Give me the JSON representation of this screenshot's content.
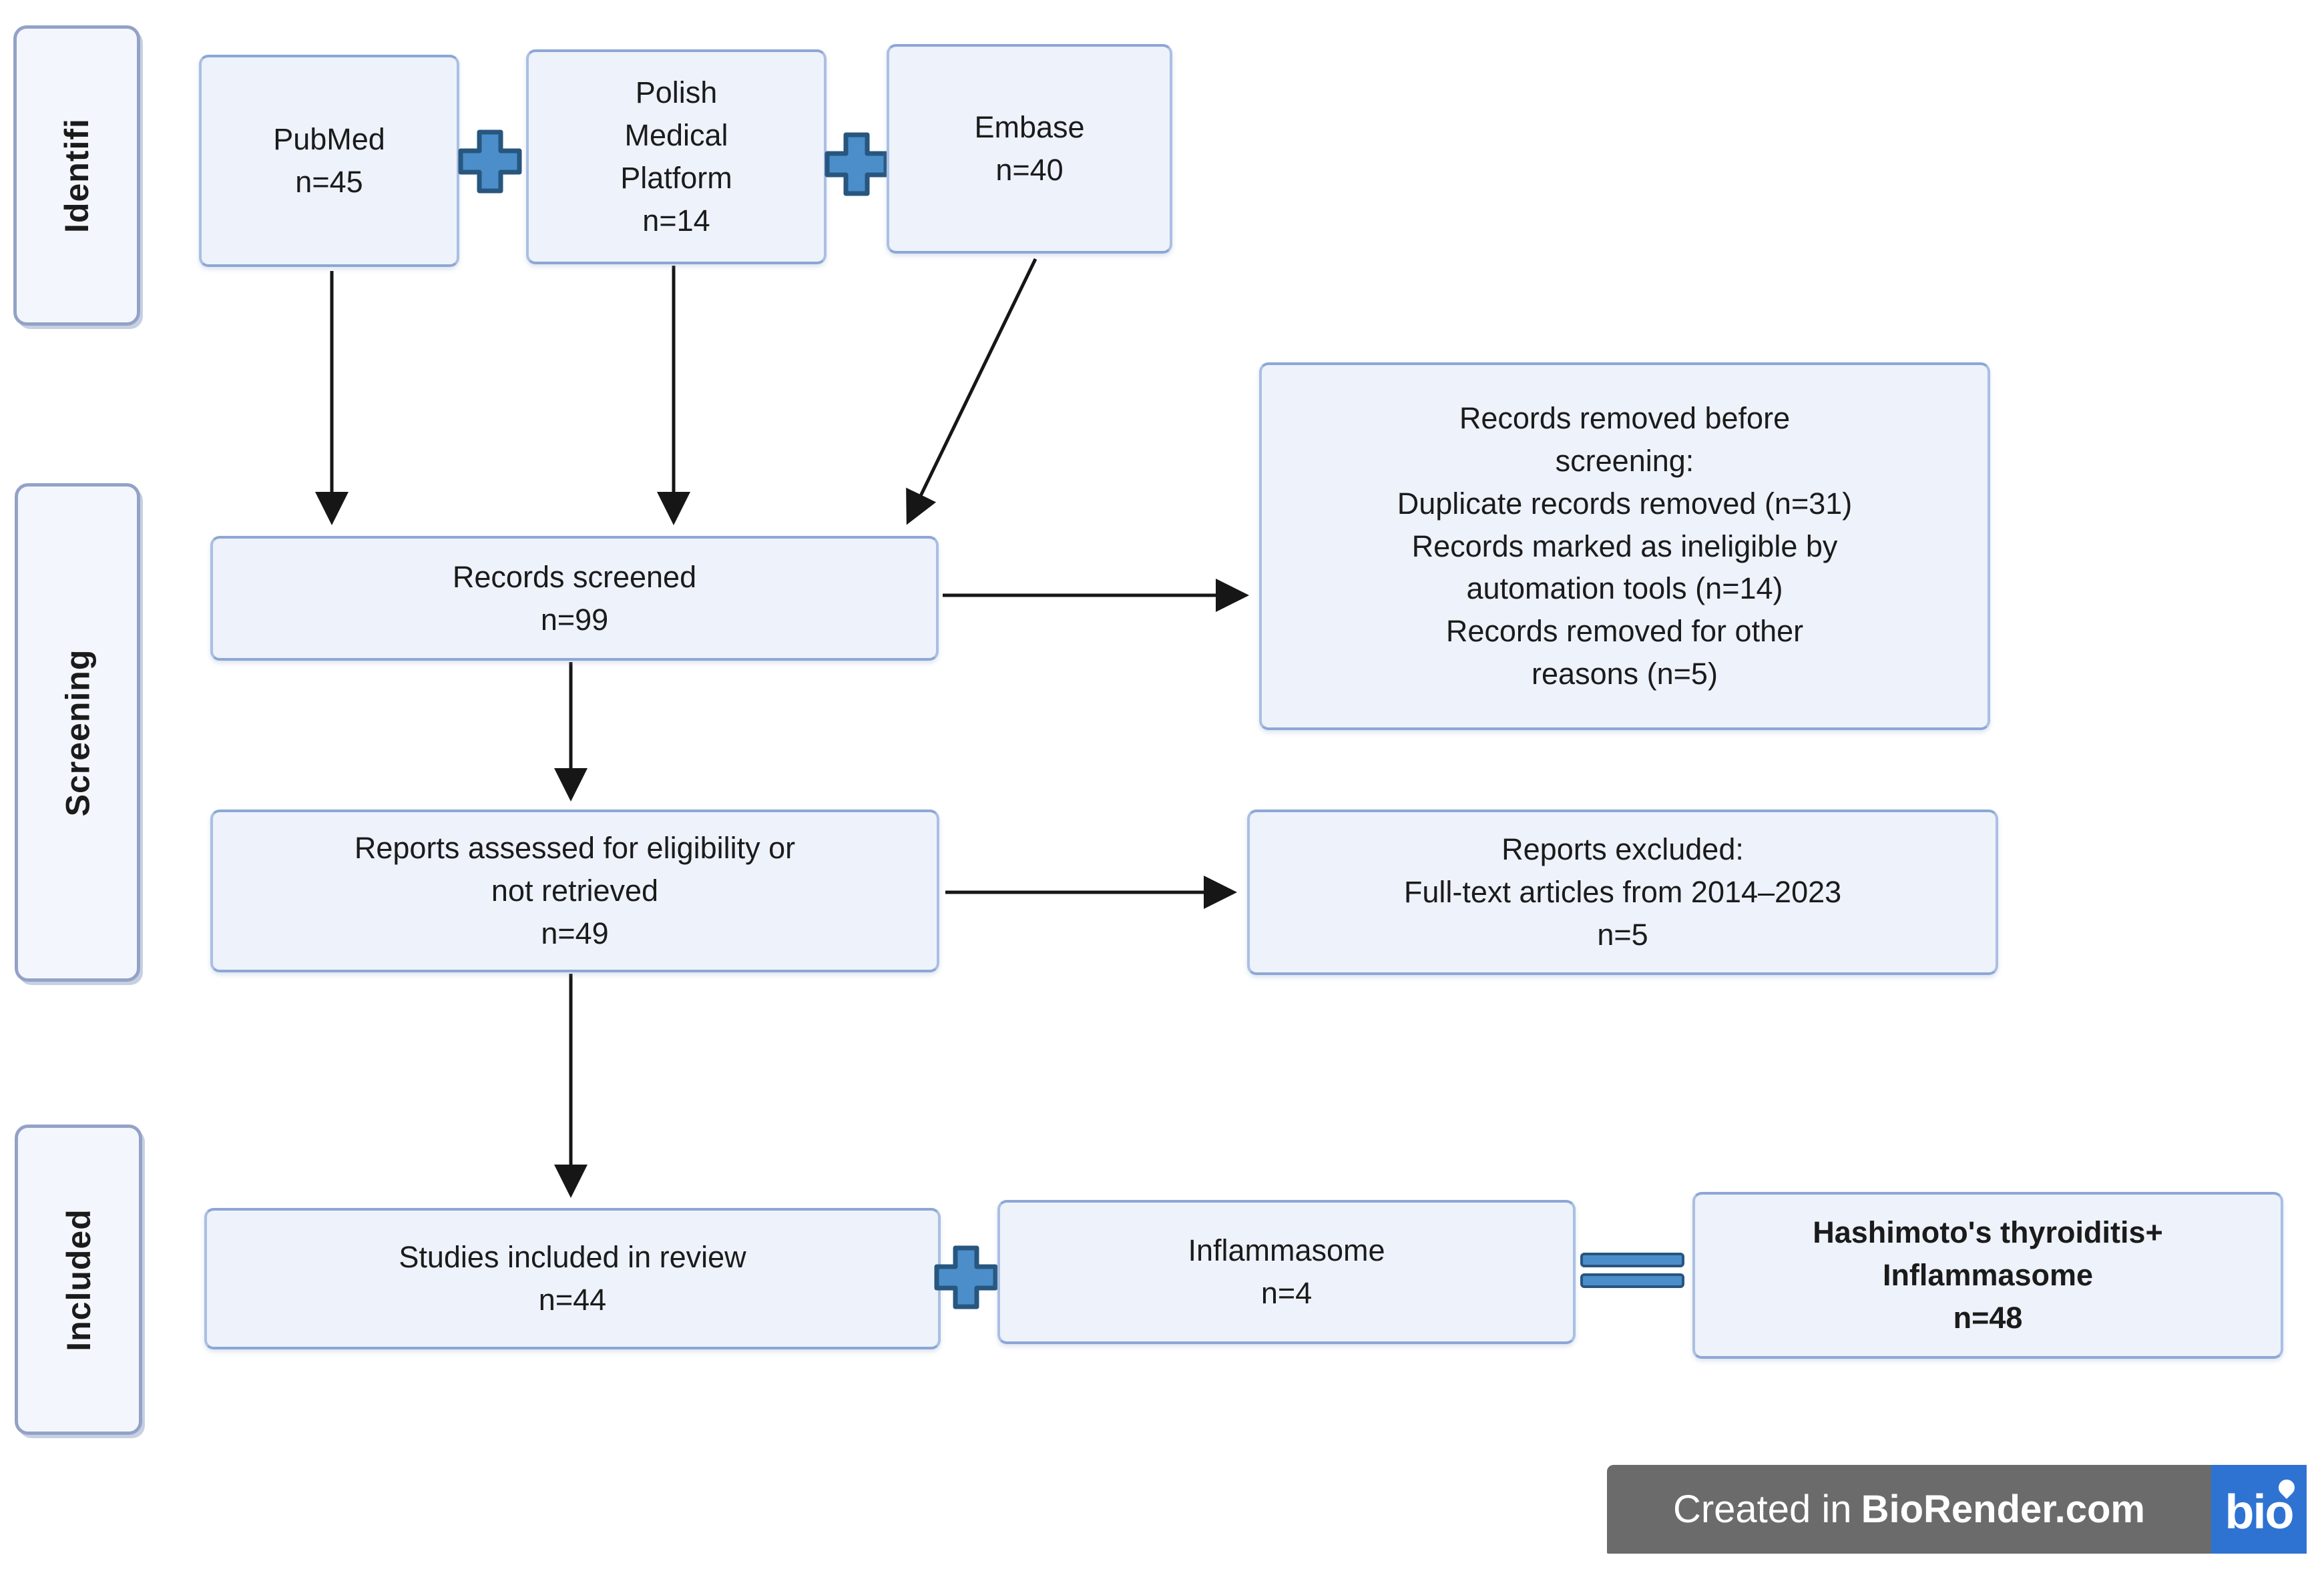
{
  "sidebar": {
    "identification": "Identifi",
    "screening": "Screening",
    "included": "Included"
  },
  "boxes": {
    "pubmed": "PubMed\nn=45",
    "polish_medical_platform": "Polish\nMedical\nPlatform\nn=14",
    "embase": "Embase\nn=40",
    "records_screened": "Records screened\nn=99",
    "records_removed_before_screening": "Records removed before\nscreening:\nDuplicate records removed (n=31)\nRecords marked as ineligible by\nautomation tools (n=14)\nRecords removed for other\nreasons (n=5)",
    "reports_assessed": "Reports assessed for eligibility or\nnot retrieved\nn=49",
    "reports_excluded": "Reports excluded:\nFull-text articles from 2014–2023\nn=5",
    "studies_included": "Studies included in review\nn=44",
    "inflammasome": "Inflammasome\nn=4",
    "hashimoto_inflammasome": "Hashimoto's thyroiditis+\nInflammasome\nn=48"
  },
  "icons": {
    "combine_operator_1": "plus-icon",
    "combine_operator_2": "plus-icon",
    "combine_operator_3": "plus-icon",
    "result_operator": "equals-icon",
    "logo": "biorender-logo"
  },
  "footer": {
    "created_in": "Created in",
    "brand": "BioRender.com",
    "logo_text": "bio"
  },
  "colors": {
    "box_fill": "#edf2fb",
    "box_border": "#aabfe2",
    "box_edge": "#8ca7d5",
    "sidebar_fill": "#f3f6fc",
    "sidebar_border": "#93a2c6",
    "text": "#1b1b1b",
    "operator_fill": "#4b8ec9",
    "operator_border": "#27567f",
    "arrow": "#161616",
    "footer_bg": "#6b6b6b",
    "footer_text": "#ffffff",
    "logo_bg": "#2e73d2"
  }
}
